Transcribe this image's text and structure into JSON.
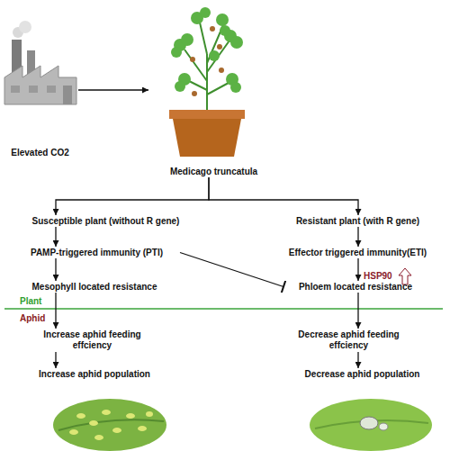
{
  "diagram": {
    "nodes": [
      {
        "text": [
          "Elevated CO2"
        ]
      },
      {
        "text": [
          "Medicago truncatula"
        ]
      },
      {
        "text": [
          "Susceptible plant (without R gene)"
        ]
      },
      {
        "text": [
          "Resistant plant (with R gene)"
        ]
      },
      {
        "text": [
          "PAMP-triggered immunity (PTI)"
        ]
      },
      {
        "text": [
          "Effector triggered immunity(ETI)"
        ]
      },
      {
        "text": [
          "Mesophyll located resistance"
        ]
      },
      {
        "text": [
          "Phloem located resistance"
        ]
      },
      {
        "text": [
          "Increase aphid feeding effciency"
        ]
      },
      {
        "text": [
          "Decrease aphid feeding effciency"
        ]
      },
      {
        "text": [
          "Increase aphid population"
        ]
      },
      {
        "text": [
          "Decrease aphid population"
        ]
      }
    ],
    "edges": [
      {
        "from": 0,
        "to": 1,
        "arrow": "to"
      },
      {
        "from": 1,
        "to": 2,
        "arrow": "to"
      },
      {
        "from": 1,
        "to": 3,
        "arrow": "to"
      },
      {
        "from": 2,
        "to": 4,
        "arrow": "to"
      },
      {
        "from": 3,
        "to": 5,
        "arrow": "to"
      },
      {
        "from": 4,
        "to": 6,
        "arrow": "to"
      },
      {
        "from": 5,
        "to": 7,
        "arrow": "to"
      },
      {
        "from": 4,
        "to": 7,
        "arrow": "to"
      },
      {
        "from": 6,
        "to": 8,
        "arrow": "to"
      },
      {
        "from": 7,
        "to": 9,
        "arrow": "to"
      },
      {
        "from": 8,
        "to": 10,
        "arrow": "to"
      },
      {
        "from": 9,
        "to": 11,
        "arrow": "to"
      }
    ],
    "labels": [
      "Plant",
      "Aphid",
      "HSP90"
    ]
  }
}
